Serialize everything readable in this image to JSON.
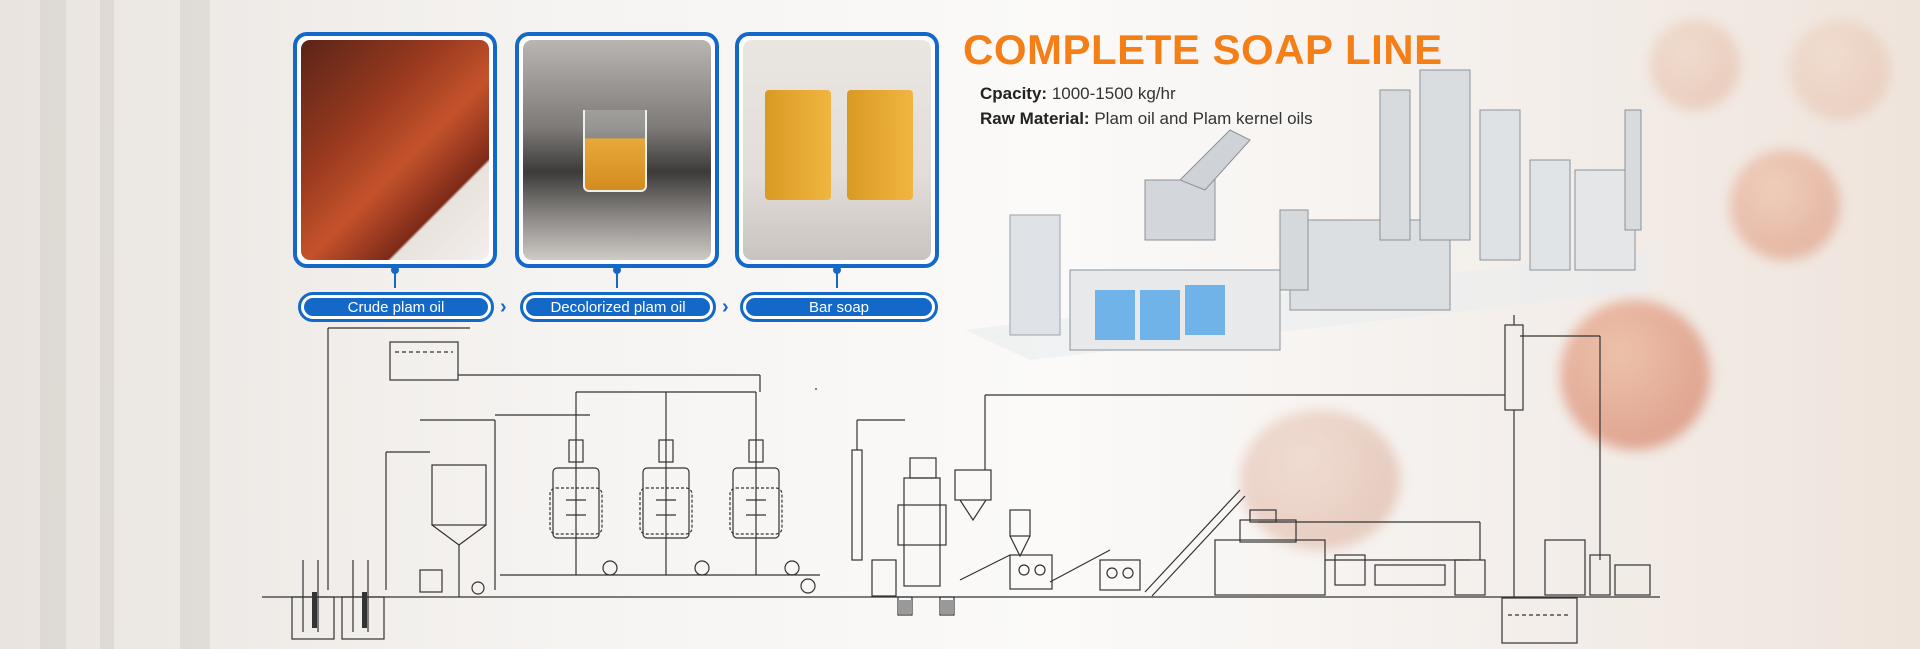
{
  "title": "COMPLETE SOAP LINE",
  "specs": {
    "capacity_label": "Cpacity:",
    "capacity_value": "1000-1500 kg/hr",
    "material_label": "Raw Material:",
    "material_value": "Plam oil and Plam kernel oils"
  },
  "steps": [
    {
      "label": "Crude plam oil"
    },
    {
      "label": "Decolorized plam oil"
    },
    {
      "label": "Bar soap"
    }
  ],
  "colors": {
    "accent": "#f57f17",
    "frame": "#1469c8"
  }
}
